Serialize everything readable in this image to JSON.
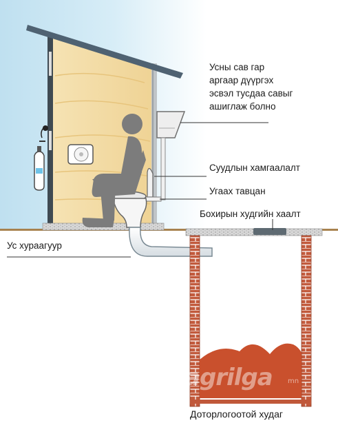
{
  "labels": {
    "tank_line1": "Усны сав гар",
    "tank_line2": "аргаар дүүргэх",
    "tank_line3": "эсвэл тусдаа савыг",
    "tank_line4": "ашиглаж болно",
    "seat_guard": "Суудлын хамгаалалт",
    "flush_pedal": "Угаах тавцан",
    "pit_lid": "Бохирын худгийн хаалт",
    "water_pipe": "Ус хураагуур",
    "pit": "Доторлогоотой худаг"
  },
  "watermark": {
    "main": "agrilga",
    "sub": "mn"
  },
  "colors": {
    "sky": "#c9e6f4",
    "wall": "#f3dca4",
    "roof": "#4f6272",
    "soil": "#c8a47a",
    "brick": "#c0583a",
    "waste": "#c9502d",
    "figure": "#7c7c7c",
    "concrete": "#d4d4d4"
  }
}
